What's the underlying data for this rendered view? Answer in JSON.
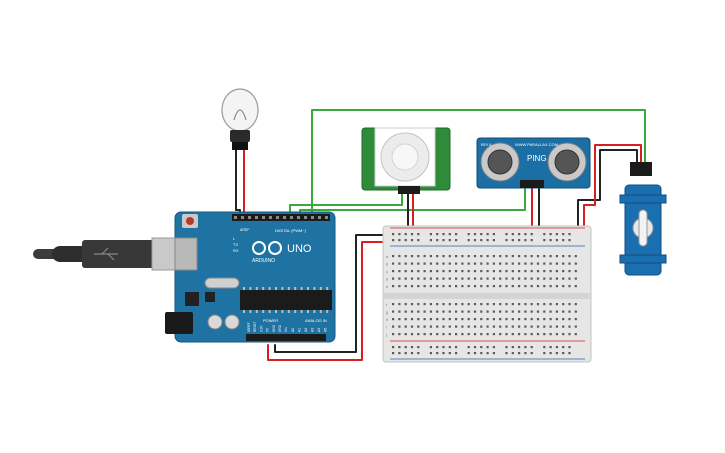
{
  "colors": {
    "arduino_board": "#1f73a3",
    "arduino_dark": "#155a82",
    "pir_board": "#2e8b3a",
    "ping_board": "#1b6fa5",
    "servo_body": "#1a6fb0",
    "breadboard": "#e6e6e6",
    "wire_red": "#d62020",
    "wire_black": "#222222",
    "wire_green": "#3aa83a",
    "bulb_glass": "#f4f4f4",
    "usb_cable": "#3c3c3c"
  },
  "arduino": {
    "brand": "ARDUINO",
    "model": "UNO",
    "digital_label": "DIGITAL (PWM~)",
    "power_label": "POWER",
    "analog_label": "ANALOG IN",
    "tx_label": "TX",
    "rx_label": "RX",
    "l_label": "L",
    "aref_label": "AREF",
    "gnd_label": "GND",
    "analog_pins": [
      "A0",
      "A1",
      "A2",
      "A3",
      "A4",
      "A5"
    ],
    "power_pins": [
      "IOREF",
      "RESET",
      "3.3V",
      "5V",
      "GND",
      "GND",
      "Vin"
    ]
  },
  "ping_sensor": {
    "title": "PING",
    "url": "WWW.PARALLAX.COM",
    "rev": "REV A"
  },
  "breadboard": {
    "row_letters_top": [
      "a",
      "b",
      "c",
      "d",
      "e"
    ],
    "row_letters_bottom": [
      "f",
      "g",
      "h",
      "i",
      "j"
    ]
  },
  "components": [
    {
      "name": "Light bulb",
      "icon": "light-bulb-icon"
    },
    {
      "name": "PIR sensor",
      "icon": "pir-sensor-icon"
    },
    {
      "name": "Ultrasonic sensor",
      "icon": "ultrasonic-sensor-icon"
    },
    {
      "name": "Servo motor",
      "icon": "servo-icon"
    },
    {
      "name": "USB cable",
      "icon": "usb-cable-icon"
    }
  ]
}
